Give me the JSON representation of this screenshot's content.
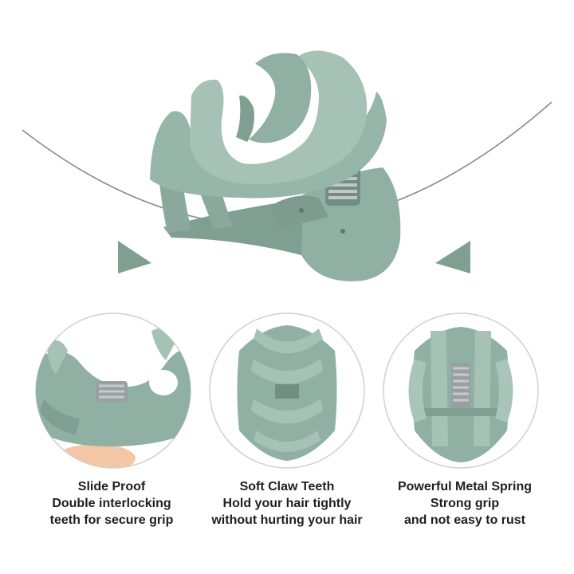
{
  "colors": {
    "clip": "#8fb0a2",
    "clip_dark": "#6f8f82",
    "clip_light": "#a9c4b8",
    "spring": "#9aa0a2",
    "arrow": "#7f9f91",
    "curve": "#8a8a8a",
    "circle_border": "#d0d0d0"
  },
  "icons": [
    "left-arrow-icon",
    "right-arrow-icon"
  ],
  "features": [
    {
      "title": "Slide Proof",
      "line1": "Double interlocking",
      "line2": "teeth for secure grip"
    },
    {
      "title": "Soft Claw Teeth",
      "line1": "Hold your hair tightly",
      "line2": "without hurting your hair"
    },
    {
      "title": "Powerful Metal Spring",
      "line1": "Strong grip",
      "line2": "and not easy to rust"
    }
  ]
}
